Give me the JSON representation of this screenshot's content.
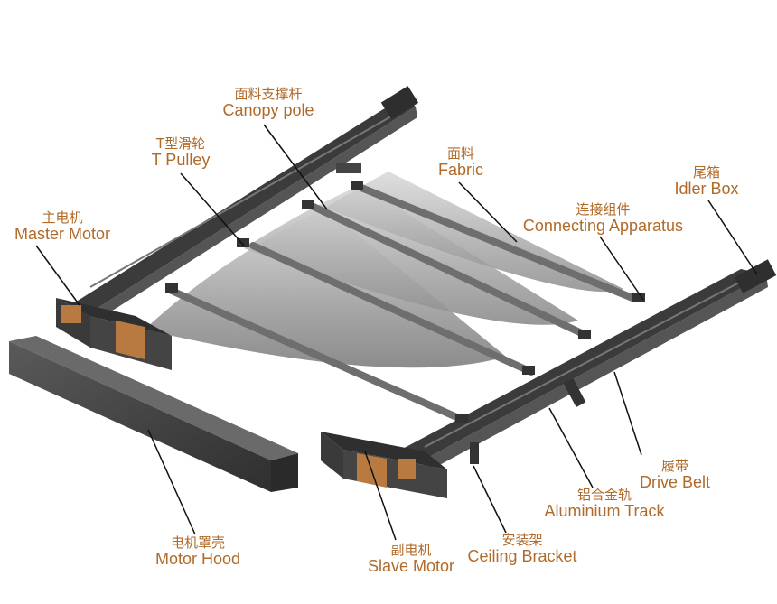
{
  "colors": {
    "label": "#b06a2a",
    "leader": "#111111",
    "track": "#4a4a4a",
    "fabric": "#b8b8b8",
    "motor_band": "#b87a40"
  },
  "labels": [
    {
      "id": "canopy-pole",
      "zh": "面料支撑杆",
      "en": "Canopy pole"
    },
    {
      "id": "t-pulley",
      "zh": "T型滑轮",
      "en": "T Pulley"
    },
    {
      "id": "fabric",
      "zh": "面料",
      "en": "Fabric"
    },
    {
      "id": "idler-box",
      "zh": "尾箱",
      "en": "Idler Box"
    },
    {
      "id": "master-motor",
      "zh": "主电机",
      "en": "Master Motor"
    },
    {
      "id": "connecting-apparatus",
      "zh": "连接组件",
      "en": "Connecting Apparatus"
    },
    {
      "id": "drive-belt",
      "zh": "履带",
      "en": "Drive Belt"
    },
    {
      "id": "aluminium-track",
      "zh": "铝合金轨",
      "en": "Aluminium Track"
    },
    {
      "id": "ceiling-bracket",
      "zh": "安装架",
      "en": "Ceiling Bracket"
    },
    {
      "id": "slave-motor",
      "zh": "副电机",
      "en": "Slave Motor"
    },
    {
      "id": "motor-hood",
      "zh": "电机罩壳",
      "en": "Motor Hood"
    }
  ]
}
